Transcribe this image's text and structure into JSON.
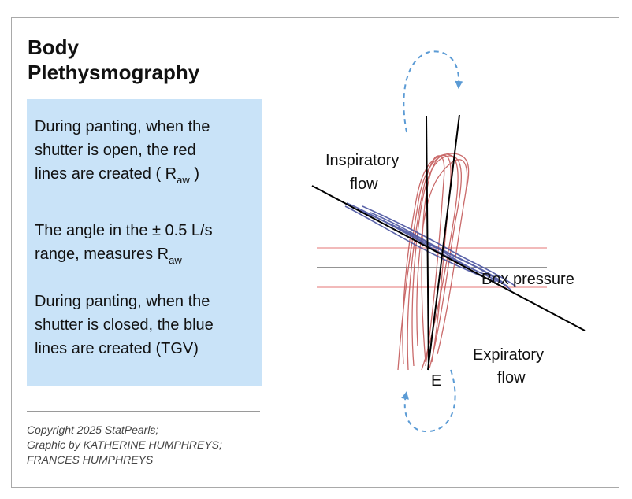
{
  "title": {
    "line1": "Body",
    "line2": "Plethysmography"
  },
  "info": {
    "p1": {
      "line1": "During panting, when the",
      "line2": "shutter is open, the red",
      "line3": "lines are created",
      "open": "(",
      "symbol": "R",
      "subscript": "aw",
      "close": ")"
    },
    "p2": {
      "line1": "The angle in the ± 0.5 L/s",
      "line2": "range, measures",
      "symbol": "R",
      "subscript": "aw"
    },
    "p3": {
      "line1": "During panting, when the",
      "line2": "shutter is closed, the blue",
      "line3": "lines are created",
      "tgv": "(TGV)"
    }
  },
  "diagram": {
    "labels": {
      "inspiratory": [
        "Inspiratory",
        "flow"
      ],
      "expiratory": [
        "Expiratory",
        "flow"
      ],
      "box_pressure": "Box pressure",
      "e": "E"
    },
    "colors": {
      "arrow": "#5b9bd5",
      "red": "#c05050",
      "blue": "#4a54a0",
      "guide": "#ea9090"
    }
  },
  "copyright": [
    "Copyright 2025 StatPearls;",
    "Graphic by KATHERINE HUMPHREYS;",
    "FRANCES HUMPHREYS"
  ]
}
